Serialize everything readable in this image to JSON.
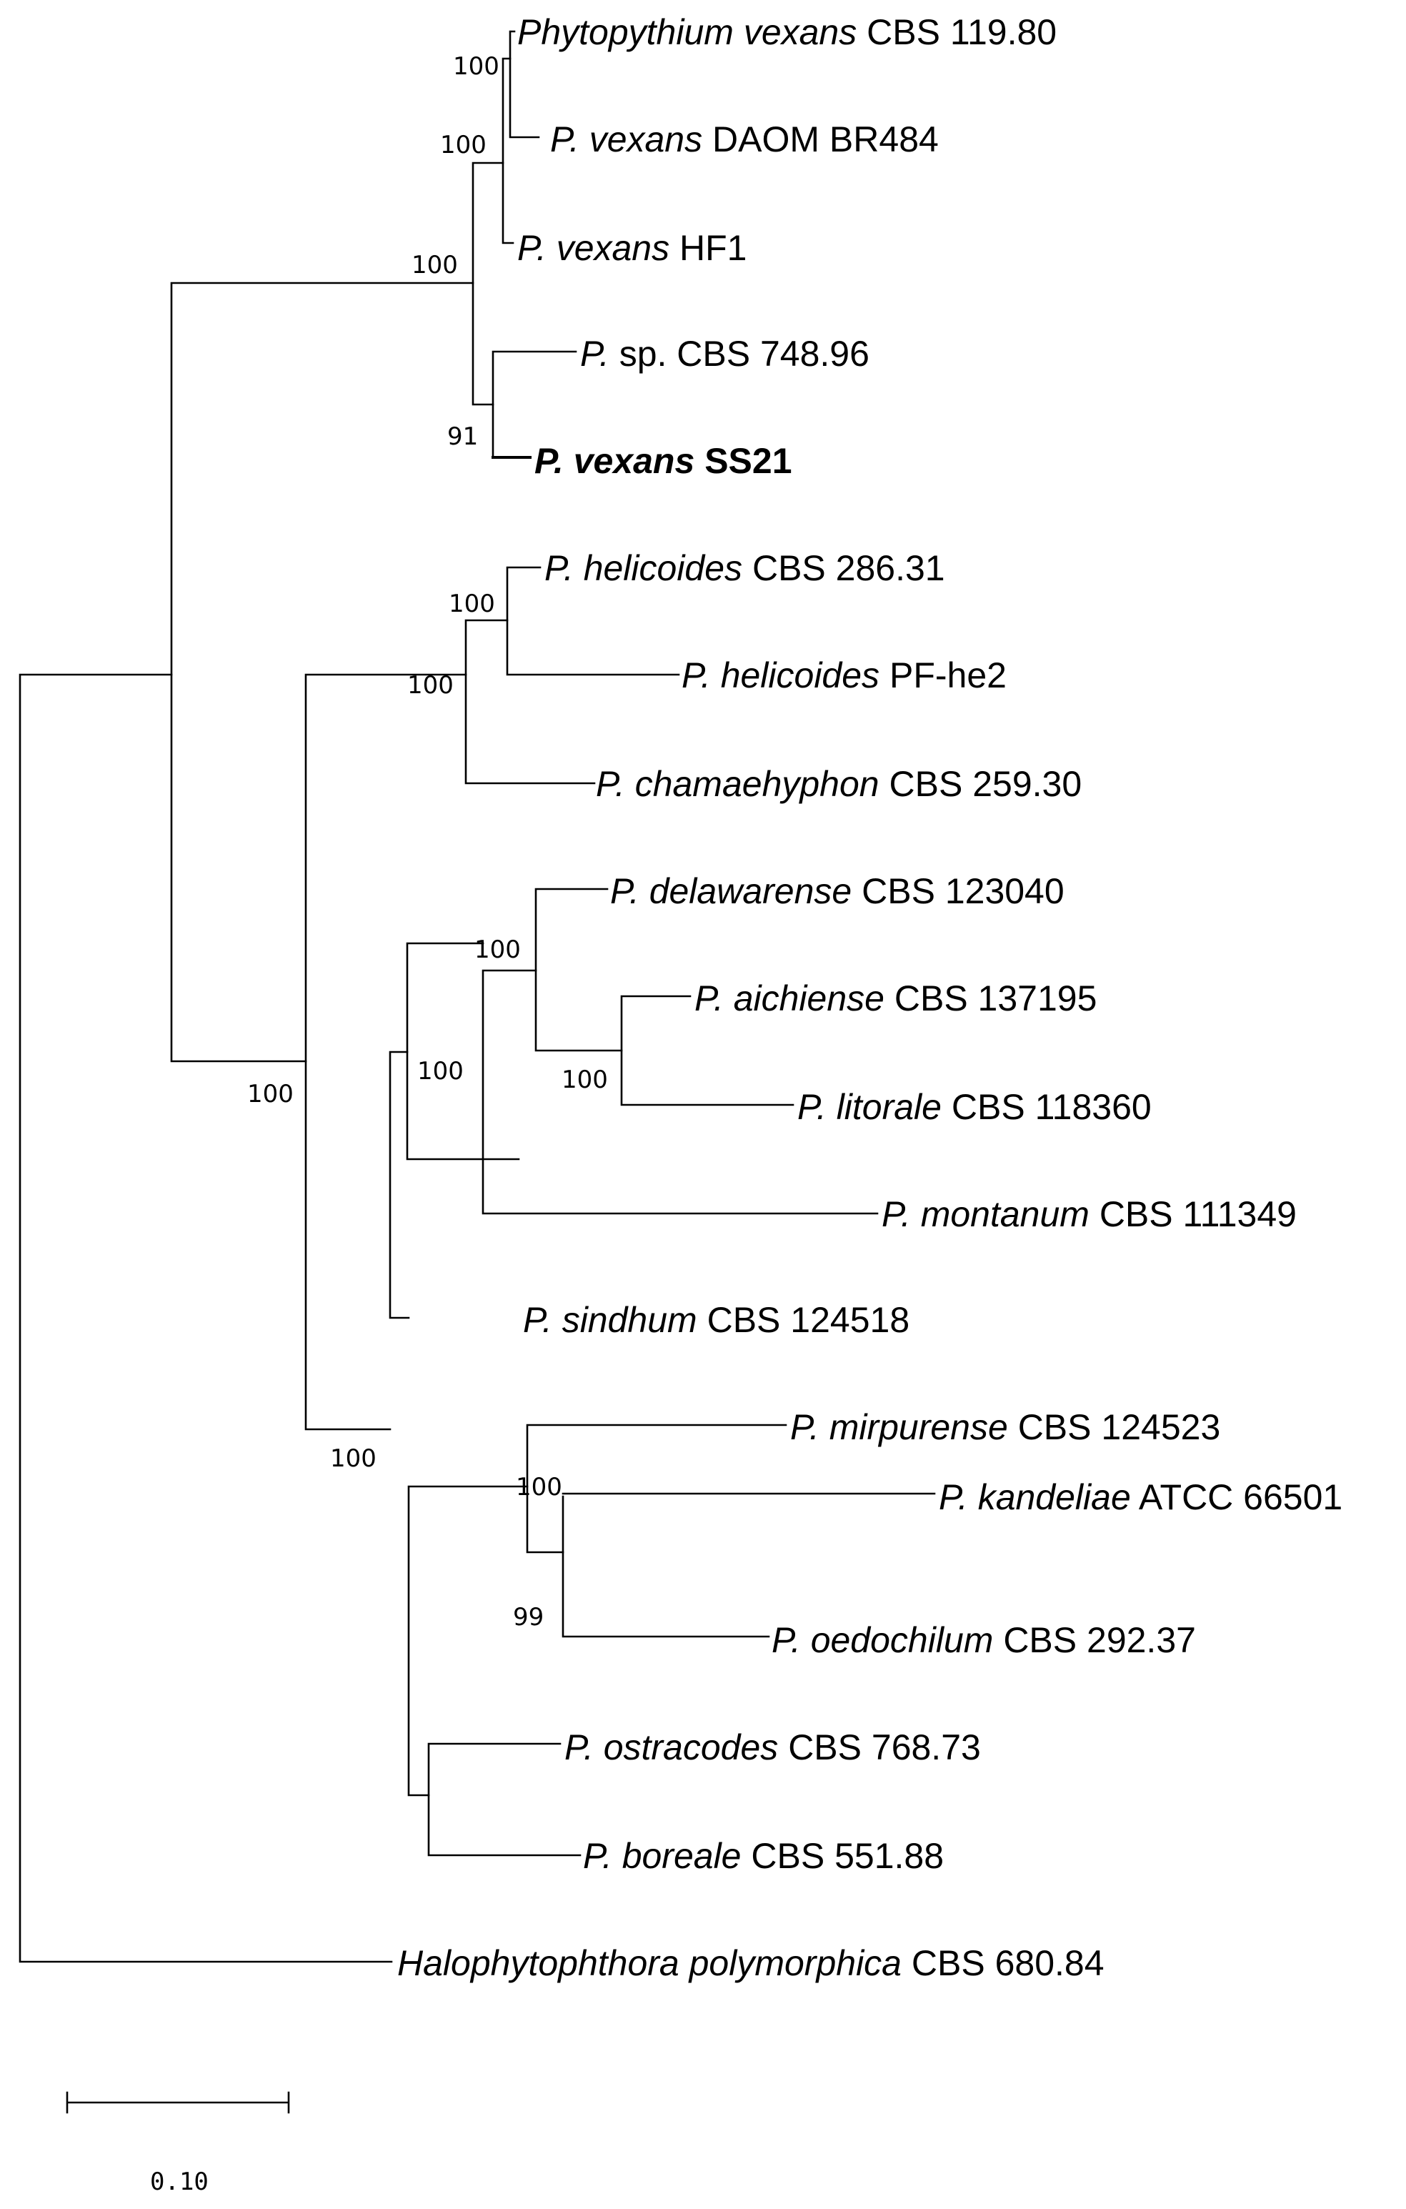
{
  "tree": {
    "leaves": [
      {
        "italic": "Phytopythium vexans",
        "roman": "CBS 119.80",
        "bold": false
      },
      {
        "italic": "P. vexans",
        "roman": "DAOM BR484",
        "bold": false
      },
      {
        "italic": "P. vexans",
        "roman": "HF1",
        "bold": false
      },
      {
        "italic": "P.",
        "roman": "sp. CBS 748.96",
        "bold": false
      },
      {
        "italic": "P. vexans",
        "roman": "SS21",
        "bold": true
      },
      {
        "italic": "P. helicoides",
        "roman": "CBS 286.31",
        "bold": false
      },
      {
        "italic": "P. helicoides",
        "roman": "PF-he2",
        "bold": false
      },
      {
        "italic": "P. chamaehyphon",
        "roman": "CBS 259.30",
        "bold": false
      },
      {
        "italic": "P. delawarense",
        "roman": "CBS 123040",
        "bold": false
      },
      {
        "italic": "P. aichiense",
        "roman": "CBS 137195",
        "bold": false
      },
      {
        "italic": "P. litorale",
        "roman": "CBS 118360",
        "bold": false
      },
      {
        "italic": "P. montanum",
        "roman": "CBS 111349",
        "bold": false
      },
      {
        "italic": "P. sindhum",
        "roman": "CBS 124518",
        "bold": false
      },
      {
        "italic": "P. mirpurense",
        "roman": "CBS 124523",
        "bold": false
      },
      {
        "italic": "P. kandeliae",
        "roman": "ATCC 66501",
        "bold": false
      },
      {
        "italic": "P. oedochilum",
        "roman": "CBS 292.37",
        "bold": false
      },
      {
        "italic": "P. ostracodes",
        "roman": "CBS 768.73",
        "bold": false
      },
      {
        "italic": "P. boreale",
        "roman": "CBS 551.88",
        "bold": false
      },
      {
        "italic": "Halophytophthora polymorphica",
        "roman": "CBS 680.84",
        "bold": false
      }
    ],
    "bootstrap": [
      "100",
      "100",
      "100",
      "91",
      "100",
      "100",
      "100",
      "100",
      "100",
      "100",
      "100",
      "99",
      "100"
    ]
  },
  "scale_bar": {
    "label": "0.10"
  }
}
